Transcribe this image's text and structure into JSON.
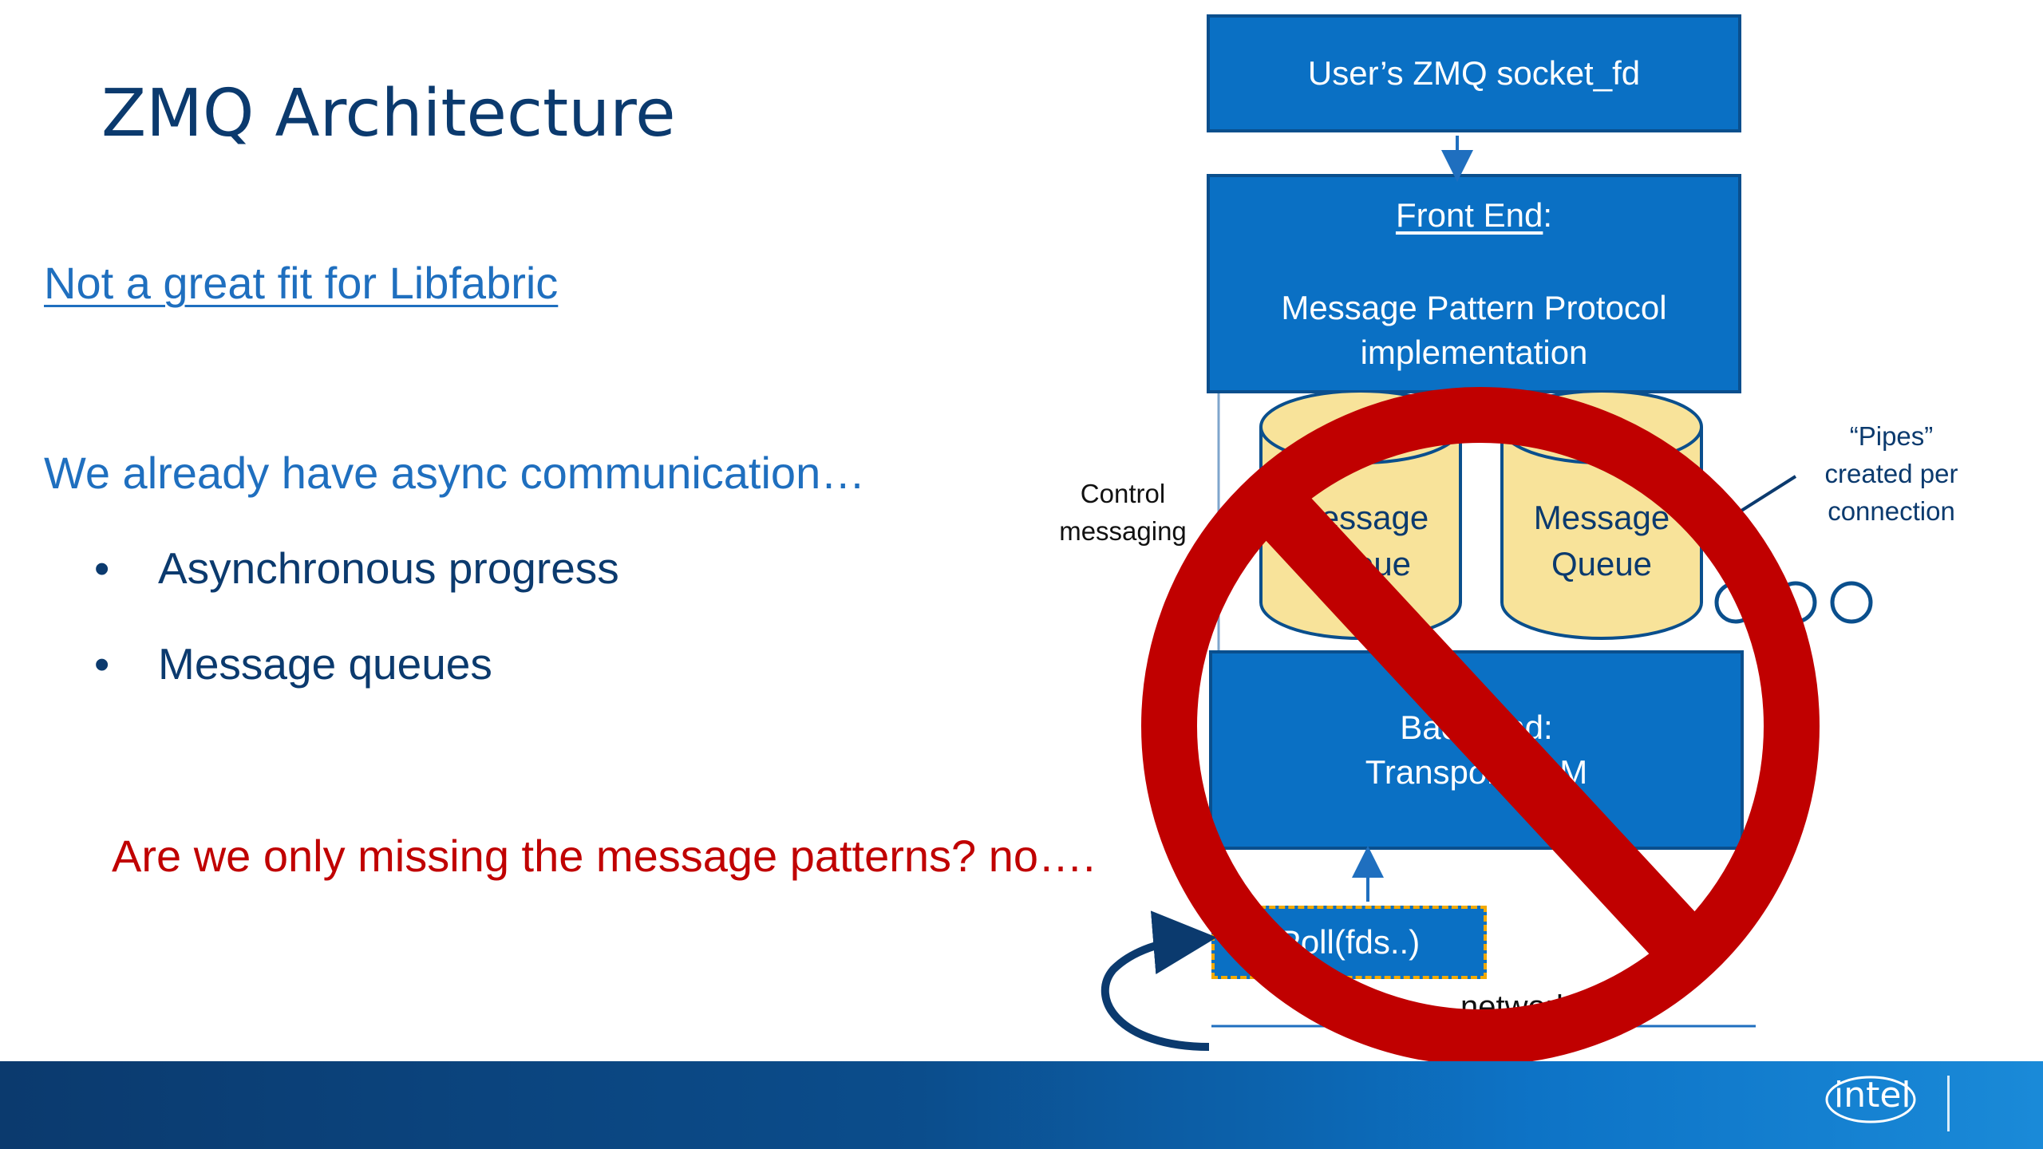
{
  "slide": {
    "title": "ZMQ Architecture",
    "link_text": "Not a great fit for Libfabric",
    "subheading": "We already have async communication…",
    "bullets": [
      "Asynchronous progress",
      "Message queues"
    ],
    "bullet_symbol": "•",
    "question": "Are we only missing the message patterns? no…."
  },
  "diagram": {
    "socket_box": "User’s ZMQ socket_fd",
    "frontend_title": "Front End",
    "frontend_colon": ":",
    "frontend_line1": "Message Pattern Protocol",
    "frontend_line2": "implementation",
    "queue_left_line1": "Message",
    "queue_left_line2": "Queue",
    "queue_right_line1": "Message",
    "queue_right_line2": "Queue",
    "backend_line1": "Back End:",
    "backend_line2": "Transport FSM",
    "poll_box": "Poll(fds..)",
    "network_label": "network",
    "control_line1": "Control",
    "control_line2": "messaging",
    "pipes_line1": "“Pipes”",
    "pipes_line2": "created per",
    "pipes_line3": "connection"
  },
  "footer": {
    "logo_text": "intel"
  },
  "colors": {
    "title": "#0b3a6e",
    "accent_blue": "#1f6fbf",
    "box_blue": "#0a70c4",
    "queue_yellow": "#f8e39a",
    "no_sign_red": "#c00000"
  }
}
